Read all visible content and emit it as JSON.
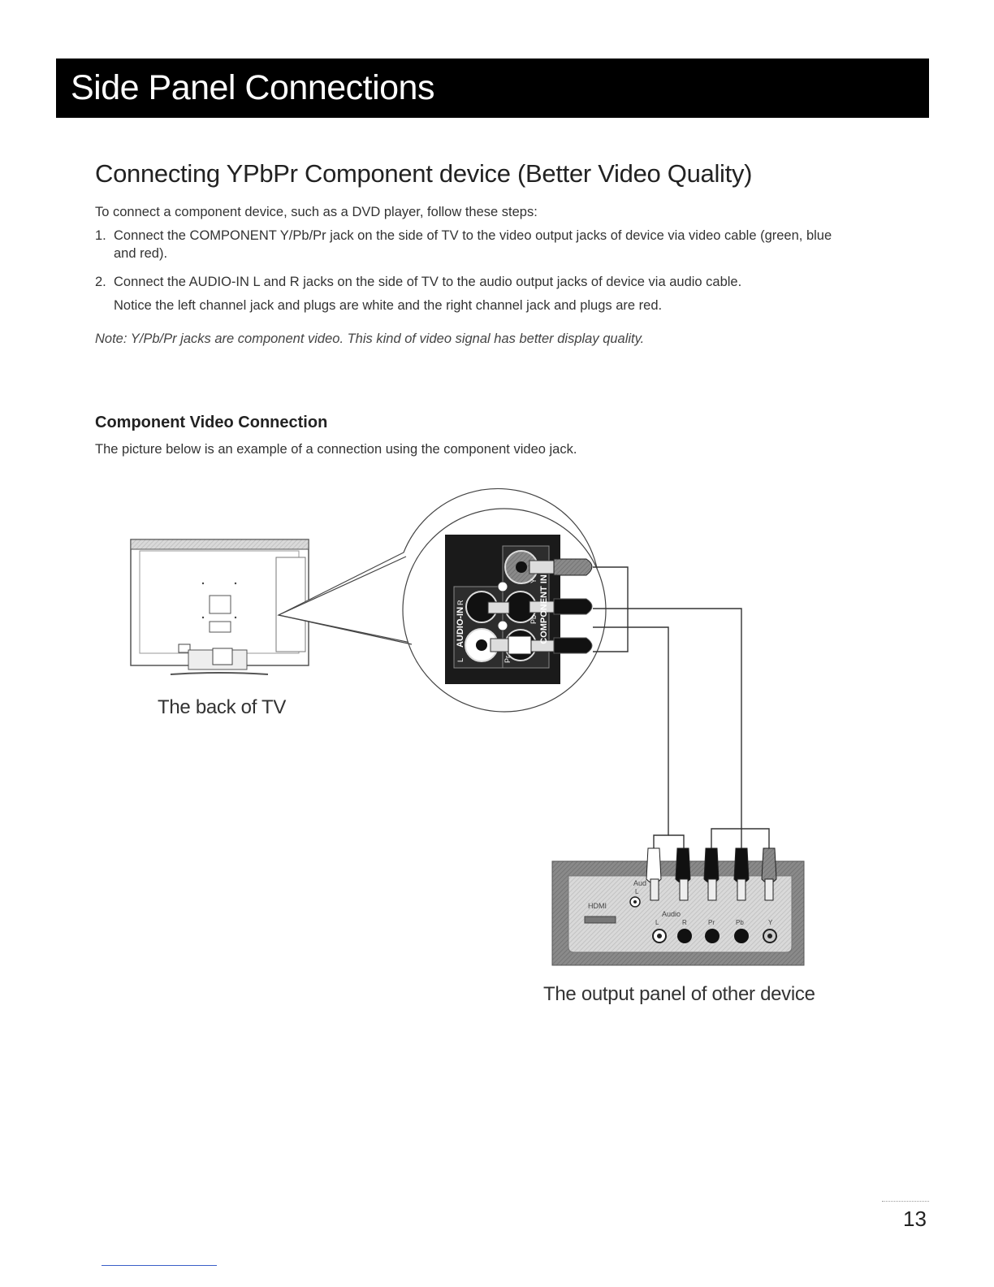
{
  "banner": {
    "title": "Side Panel Connections"
  },
  "section": {
    "title": "Connecting YPbPr Component device (Better Video Quality)",
    "intro": "To  connect a component device, such as a DVD player, follow these steps:",
    "steps": [
      {
        "num": "1.",
        "line1": "Connect the COMPONENT Y/Pb/Pr jack on the side of TV to the video output jacks of device via video cable (green, blue",
        "line2": "and red)."
      },
      {
        "num": "2.",
        "line1": "Connect the AUDIO-IN L and R jacks on the side of TV to the audio output jacks of device via audio cable."
      }
    ],
    "notice": "Notice the left channel jack and plugs are white and the right channel jack and plugs are red.",
    "note": "Note: Y/Pb/Pr jacks are component video. This kind of video signal has better display quality."
  },
  "subsection": {
    "title": "Component Video Connection",
    "desc": "The picture below is an example of a connection using the component video jack."
  },
  "diagram": {
    "tv_caption": "The back of TV",
    "device_caption": "The output panel of other device",
    "tv_panel_labels": {
      "audio_in": "AUDIO-IN",
      "component_in": "COMPONENT IN",
      "left": "L",
      "right": "R",
      "y": "Y",
      "pb": "Pb",
      "pr": "Pr"
    },
    "device_panel_labels": {
      "hdmi": "HDMI",
      "audio_top": "Aud",
      "audio_top_l": "L",
      "audio": "Audio",
      "l": "L",
      "r": "R",
      "pr": "Pr",
      "pb": "Pb",
      "y": "Y"
    }
  },
  "footer": {
    "page_number": "13"
  }
}
